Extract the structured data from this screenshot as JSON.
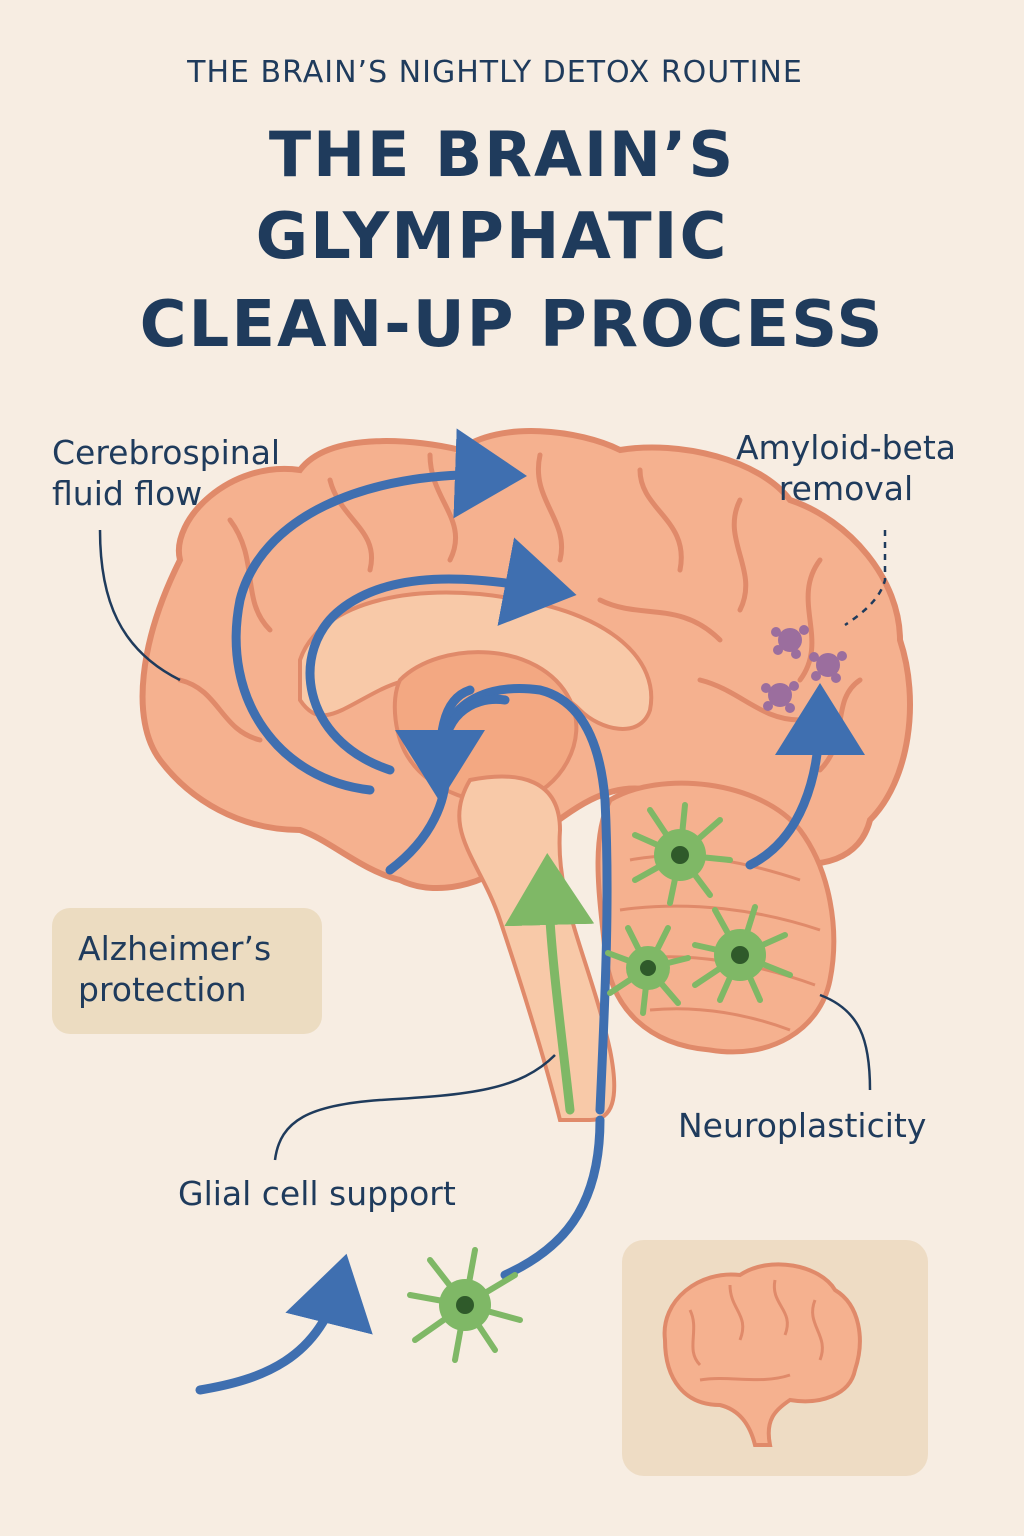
{
  "header": {
    "kicker": "THE BRAIN’S NIGHTLY DETOX ROUTINE",
    "title_line1": "THE BRAIN’S",
    "title_line2": "GLYMPHATIC",
    "title_line3": "CLEAN-UP PROCESS"
  },
  "labels": {
    "csf": "Cerebrospinal fluid flow",
    "amyloid": "Amyloid-beta removal",
    "alzheimers": "Alzheimer’s protection",
    "neuroplasticity": "Neuroplasticity",
    "glial": "Glial cell support"
  },
  "icons": {
    "brain": "brain-icon",
    "glial_cell": "glial-cell-icon",
    "amyloid": "amyloid-plaque-icon",
    "flow_arrow": "fluid-flow-arrow-icon"
  },
  "colors": {
    "background": "#f7ede2",
    "brain": "#f5b18f",
    "brain_outline": "#e08a6a",
    "flow": "#3f6fb0",
    "glia": "#7fb866",
    "amyloid": "#9b6e9e",
    "text": "#1f3b5c"
  }
}
